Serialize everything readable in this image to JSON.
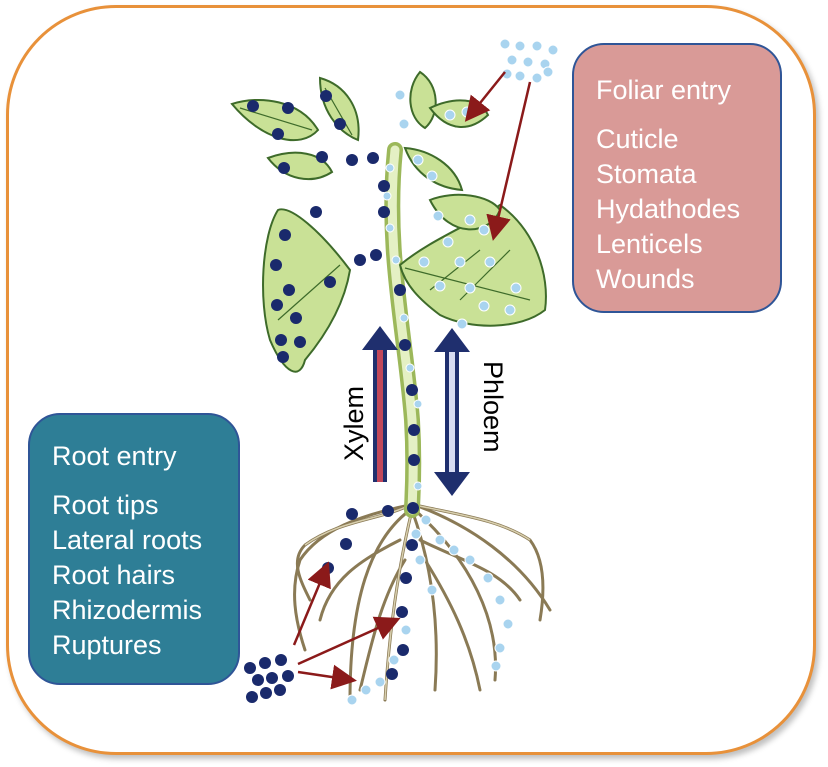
{
  "colors": {
    "frame": "#e8913a",
    "foliar_box": "#d99a97",
    "root_box": "#2e7e96",
    "leaf": "#c9e196",
    "dark_particle": "#1a2a6c",
    "light_particle": "#a9d4ef",
    "arrow": "#8b1a1a",
    "transport_arrow": "#1f2f6e"
  },
  "foliar": {
    "title": "Foliar entry",
    "items": [
      "Cuticle",
      "Stomata",
      "Hydathodes",
      "Lenticels",
      "Wounds"
    ]
  },
  "root": {
    "title": "Root entry",
    "items": [
      "Root tips",
      "Lateral roots",
      "Root hairs",
      "Rhizodermis",
      "Ruptures"
    ]
  },
  "transport": {
    "xylem": "Xylem",
    "phloem": "Phloem"
  }
}
